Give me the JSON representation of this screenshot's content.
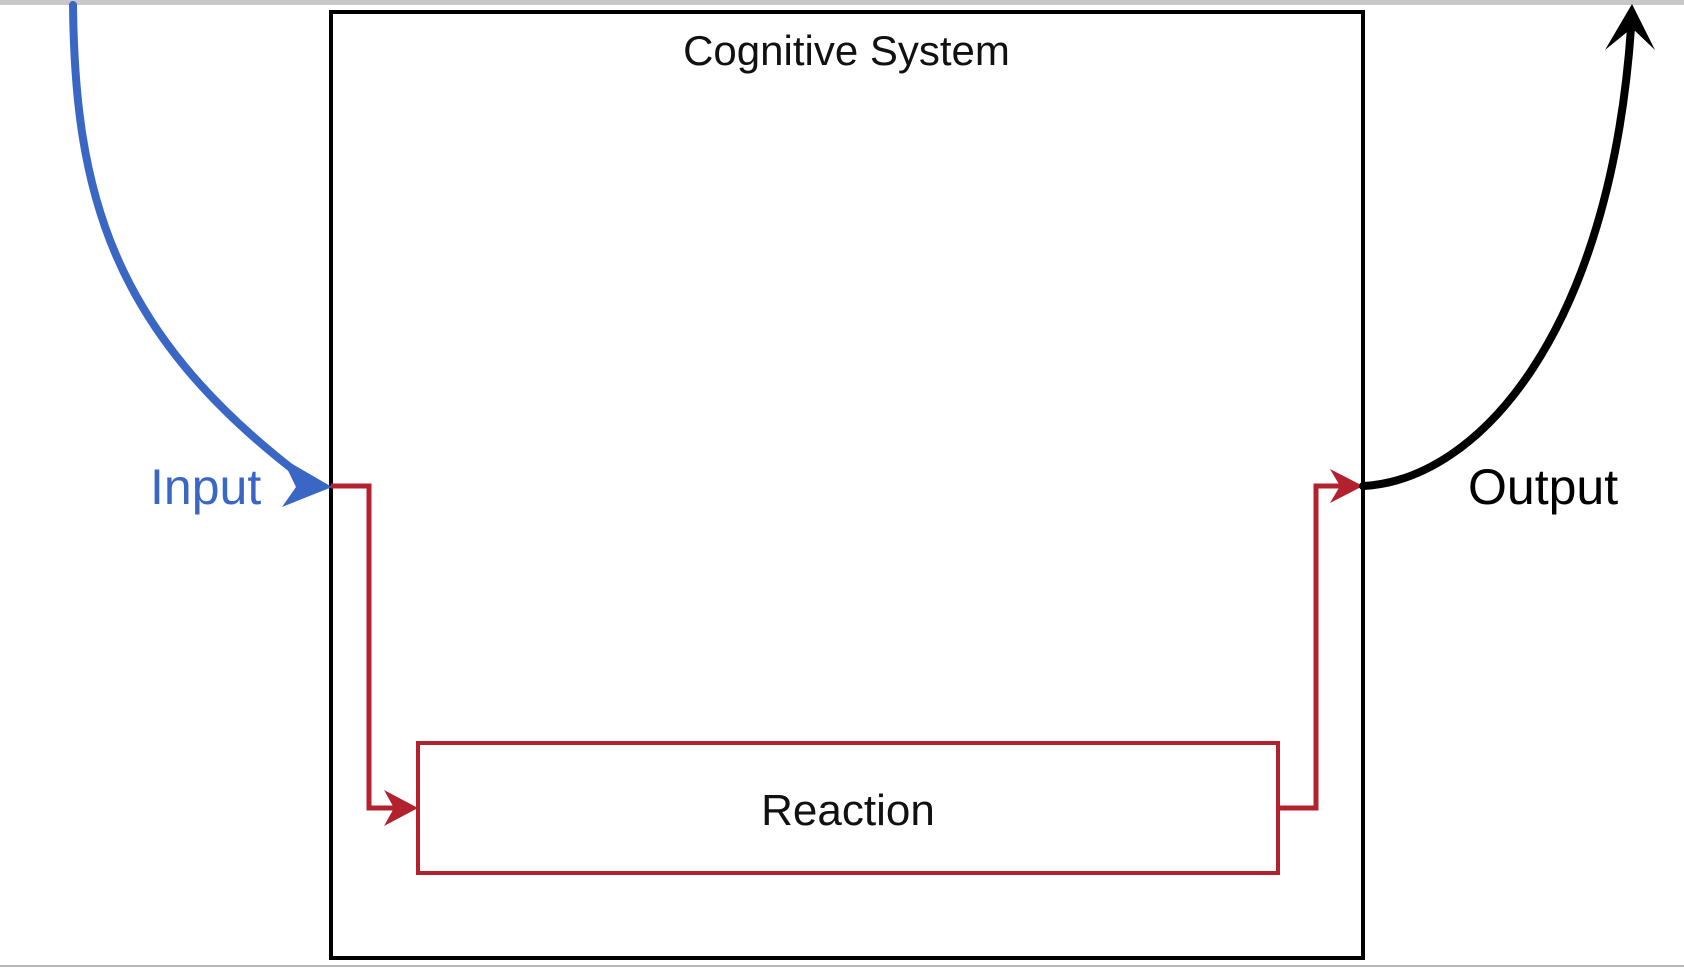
{
  "diagram": {
    "title": "Cognitive System",
    "input_label": "Input",
    "output_label": "Output",
    "reaction_label": "Reaction"
  },
  "colors": {
    "input": "#3a66c4",
    "flow": "#b3202e",
    "output": "#000000",
    "frame": "#000000",
    "text": "#111111"
  },
  "icons": {
    "input_arrowhead": "arrow-right",
    "output_arrowhead": "arrow-up"
  }
}
